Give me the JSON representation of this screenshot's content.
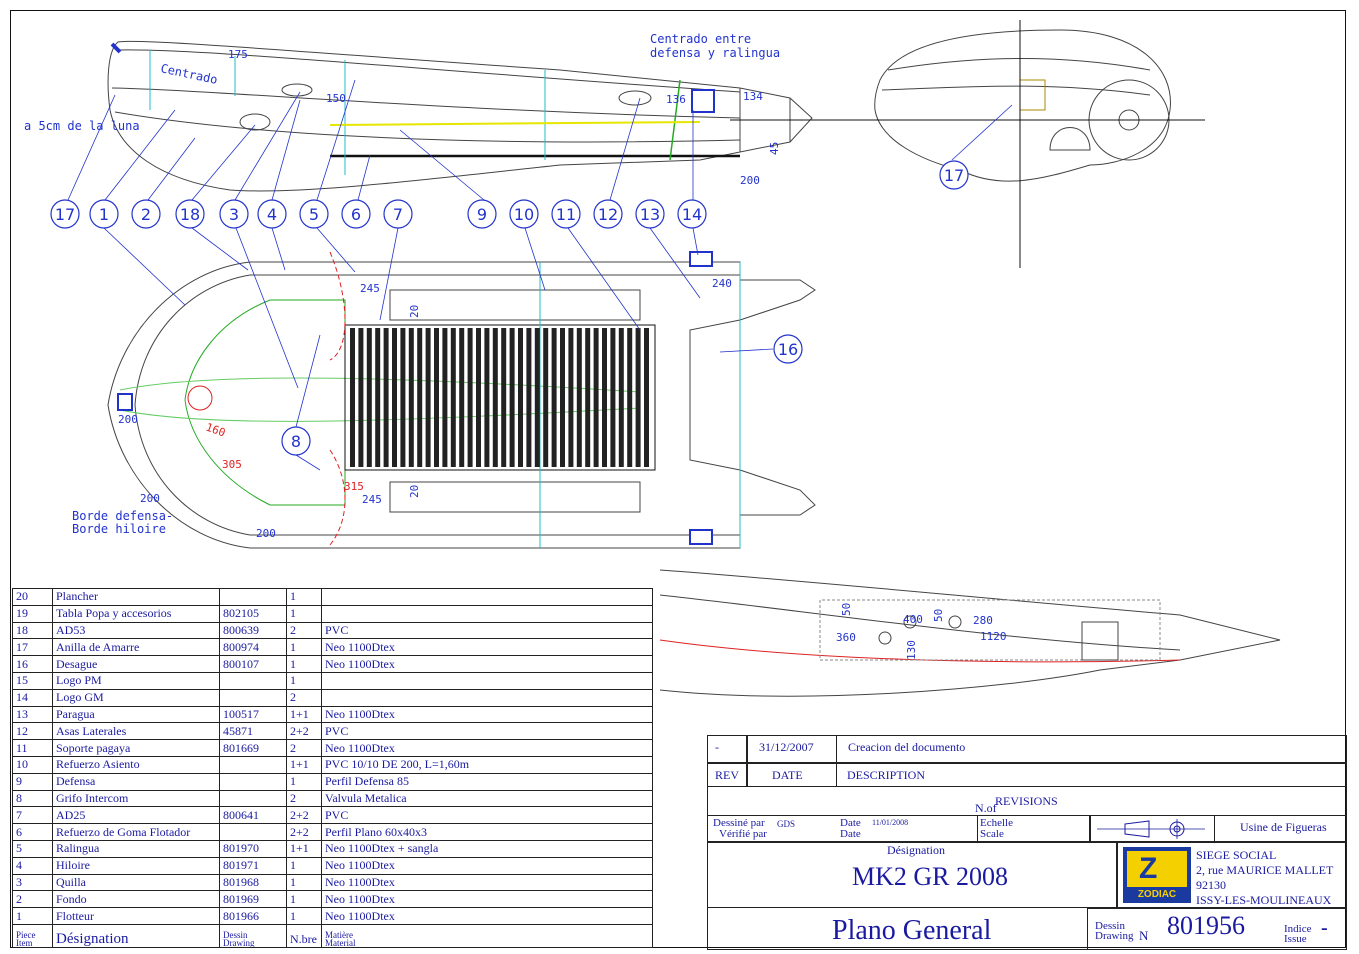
{
  "notes": {
    "centrado_entre": "Centrado entre",
    "defensa_y_ralingua": "defensa y ralingua",
    "centrado": "Centrado",
    "a_5cm": "a 5cm de la luna",
    "borde_defensa": "Borde defensa-",
    "borde_hiloire": "Borde hiloire"
  },
  "dimensions": {
    "d175": "175",
    "d150": "150",
    "d136": "136",
    "d134": "134",
    "d45": "45",
    "d200a": "200",
    "d245a": "245",
    "d20a": "20",
    "d240": "240",
    "d200b": "200",
    "d160": "160",
    "d305": "305",
    "d315": "315",
    "d245b": "245",
    "d20b": "20",
    "d200c": "200",
    "d200d": "200",
    "d50a": "50",
    "d400": "400",
    "d50b": "50",
    "d280": "280",
    "d360": "360",
    "d1120": "1120",
    "d130": "130"
  },
  "balloons": [
    "17",
    "1",
    "2",
    "18",
    "3",
    "4",
    "5",
    "6",
    "7",
    "9",
    "10",
    "11",
    "12",
    "13",
    "14",
    "16",
    "8",
    "17"
  ],
  "parts_header": {
    "piece": "Piece",
    "item": "Item",
    "designation": "Désignation",
    "dessin": "Dessin",
    "drawing": "Drawing",
    "nbre": "N.bre",
    "matiere": "Matière",
    "material": "Material"
  },
  "parts": [
    {
      "n": "20",
      "name": "Plancher",
      "ref": "",
      "qty": "1",
      "mat": ""
    },
    {
      "n": "19",
      "name": "Tabla Popa y accesorios",
      "ref": "802105",
      "qty": "1",
      "mat": ""
    },
    {
      "n": "18",
      "name": "AD53",
      "ref": "800639",
      "qty": "2",
      "mat": "PVC"
    },
    {
      "n": "17",
      "name": "Anilla de Amarre",
      "ref": "800974",
      "qty": "1",
      "mat": "Neo 1100Dtex"
    },
    {
      "n": "16",
      "name": "Desague",
      "ref": "800107",
      "qty": "1",
      "mat": "Neo 1100Dtex"
    },
    {
      "n": "15",
      "name": "Logo PM",
      "ref": "",
      "qty": "1",
      "mat": ""
    },
    {
      "n": "14",
      "name": "Logo GM",
      "ref": "",
      "qty": "2",
      "mat": ""
    },
    {
      "n": "13",
      "name": "Paragua",
      "ref": "100517",
      "qty": "1+1",
      "mat": "Neo 1100Dtex"
    },
    {
      "n": "12",
      "name": "Asas Laterales",
      "ref": "45871",
      "qty": "2+2",
      "mat": "PVC"
    },
    {
      "n": "11",
      "name": "Soporte pagaya",
      "ref": "801669",
      "qty": "2",
      "mat": "Neo 1100Dtex"
    },
    {
      "n": "10",
      "name": "Refuerzo Asiento",
      "ref": "",
      "qty": "1+1",
      "mat": "PVC 10/10 DE 200, L=1,60m"
    },
    {
      "n": "9",
      "name": "Defensa",
      "ref": "",
      "qty": "1",
      "mat": "Perfil Defensa 85"
    },
    {
      "n": "8",
      "name": "Grifo Intercom",
      "ref": "",
      "qty": "2",
      "mat": "Valvula Metalica"
    },
    {
      "n": "7",
      "name": "AD25",
      "ref": "800641",
      "qty": "2+2",
      "mat": "PVC"
    },
    {
      "n": "6",
      "name": "Refuerzo de Goma Flotador",
      "ref": "",
      "qty": "2+2",
      "mat": "Perfil Plano 60x40x3"
    },
    {
      "n": "5",
      "name": "Ralingua",
      "ref": "801970",
      "qty": "1+1",
      "mat": "Neo 1100Dtex + sangla"
    },
    {
      "n": "4",
      "name": "Hiloire",
      "ref": "801971",
      "qty": "1",
      "mat": "Neo 1100Dtex"
    },
    {
      "n": "3",
      "name": "Quilla",
      "ref": "801968",
      "qty": "1",
      "mat": "Neo 1100Dtex"
    },
    {
      "n": "2",
      "name": "Fondo",
      "ref": "801969",
      "qty": "1",
      "mat": "Neo 1100Dtex"
    },
    {
      "n": "1",
      "name": "Flotteur",
      "ref": "801966",
      "qty": "1",
      "mat": "Neo 1100Dtex"
    }
  ],
  "title_block": {
    "rev_mark": "-",
    "rev_date": "31/12/2007",
    "rev_desc": "Creacion del documento",
    "rev_label": "REV",
    "date_label": "DATE",
    "desc_label": "DESCRIPTION",
    "nof": "N.of",
    "revisions": "REVISIONS",
    "dessine_par": "Dessiné par",
    "dessine_val": "GDS",
    "verifie_par": "Vérifié par",
    "date1_label": "Date",
    "date1_val": "11/01/2008",
    "date2_label": "Date",
    "echelle": "Echelle",
    "scale": "Scale",
    "usine": "Usine de Figueras",
    "designation_label": "Désignation",
    "model": "MK2 GR 2008",
    "siege": "SIEGE SOCIAL",
    "addr1": "2, rue MAURICE MALLET",
    "addr2": "92130",
    "addr3": "ISSY-LES-MOULINEAUX",
    "logo_text": "ZODIAC",
    "plan_title": "Plano General",
    "dessin_label": "Dessin",
    "drawing_label": "Drawing",
    "n_label": "N",
    "drawing_no": "801956",
    "indice": "Indice",
    "issue": "Issue",
    "indice_val": "-"
  },
  "colors": {
    "ink": "#2233cc",
    "table_text": "#1a1aa0",
    "red_dim": "#dd2222",
    "green_line": "#22aa22",
    "cyan": "#22bbcc",
    "logo_yellow": "#f5d000"
  }
}
